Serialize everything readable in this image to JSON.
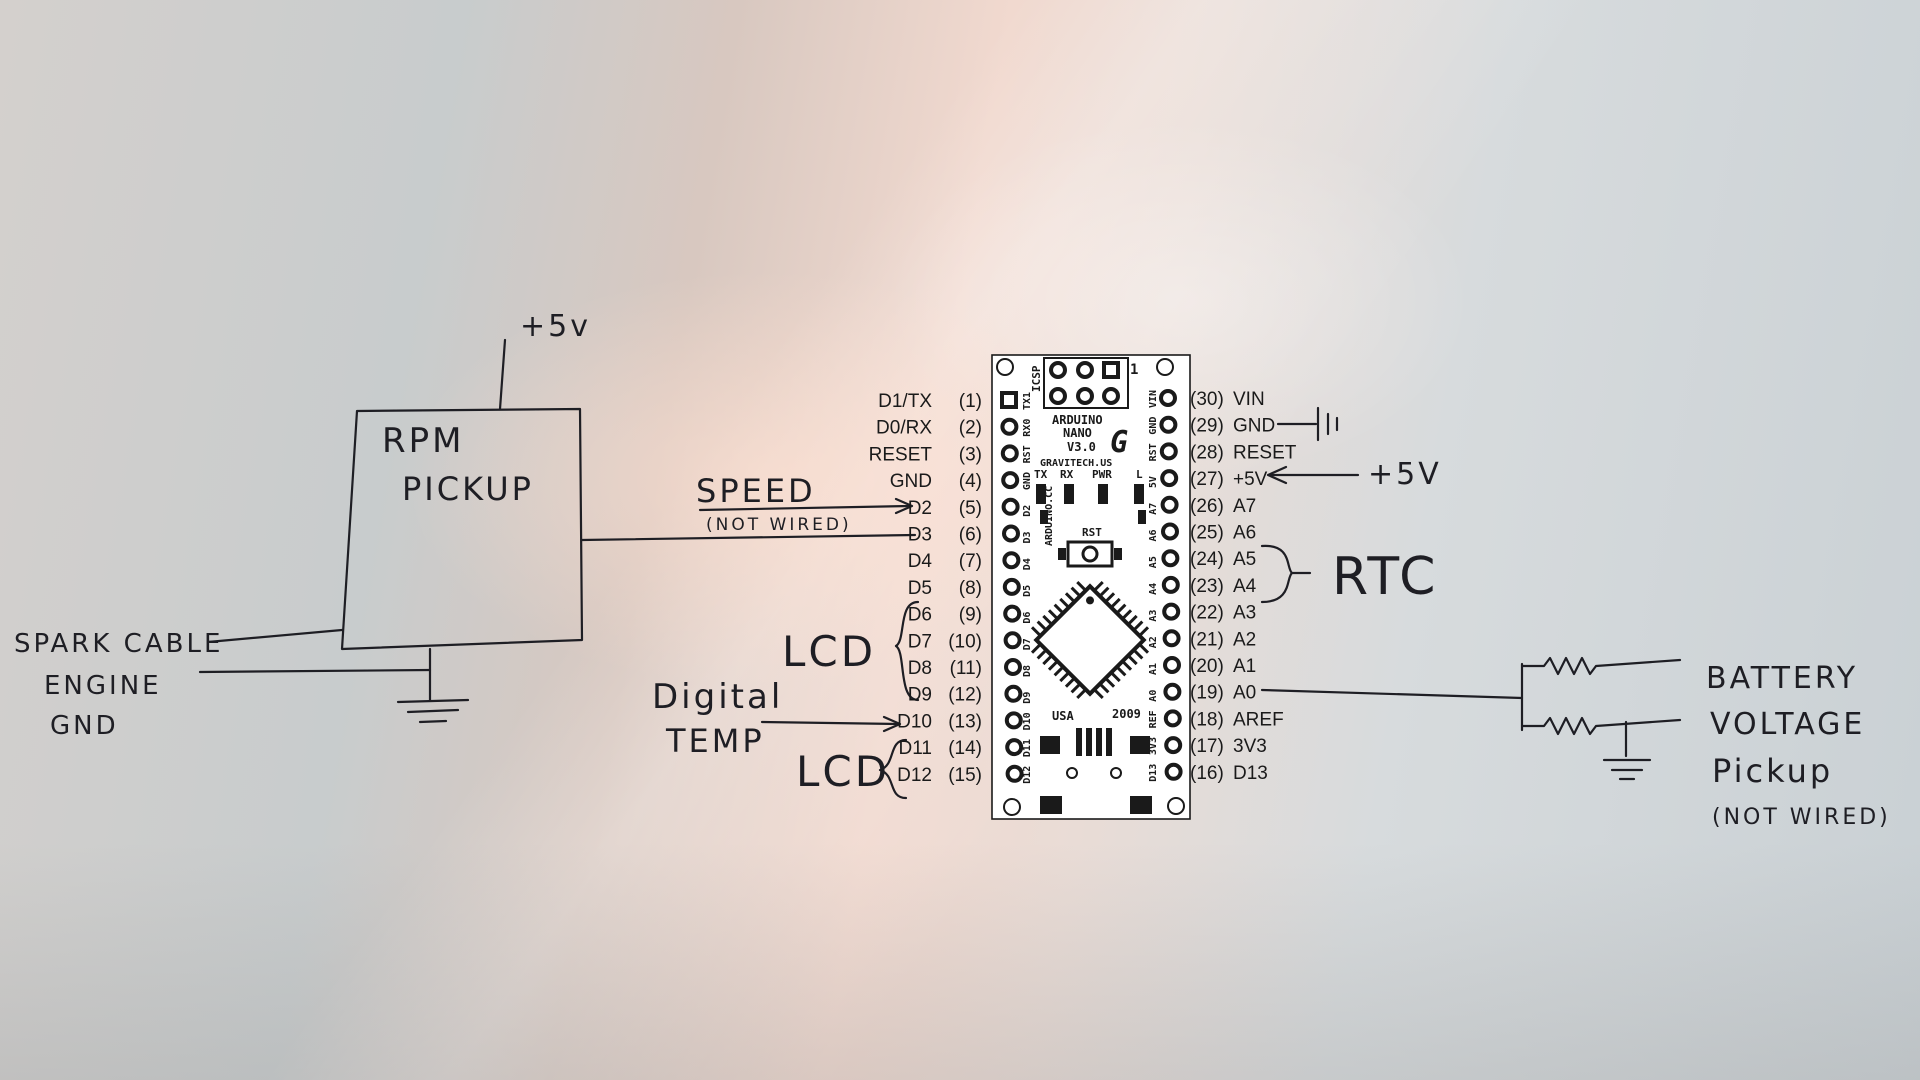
{
  "colors": {
    "ink": "#1e1e24",
    "paper_warm": "#f1d9cf",
    "paper_cool": "#c9d0d4",
    "board": "#ffffff"
  },
  "rpm_block": {
    "title_line1": "RPM",
    "title_line2": "PICKUP",
    "supply": "+5v",
    "input_line1": "SPARK CABLE",
    "input_line2": "ENGINE",
    "input_line3": "GND"
  },
  "speed": {
    "label": "SPEED",
    "note": "(NOT WIRED)"
  },
  "lcd_group_1": "LCD",
  "lcd_group_2": "LCD",
  "digital_temp": {
    "line1": "Digital",
    "line2": "TEMP"
  },
  "rtc": "RTC",
  "power_5v": "+5V",
  "battery": {
    "line1": "BATTERY",
    "line2": "VOLTAGE",
    "line3": "Pickup",
    "line4": "(NOT WIRED)"
  },
  "arduino": {
    "icsp": "ICSP",
    "icsp_pin1": "1",
    "title_line1": "ARDUINO",
    "title_line2": "NANO",
    "title_line3": "V3.0",
    "logo": "G",
    "site": "GRAVITECH.US",
    "site2": "ARDUINO.CC",
    "led_tx": "TX",
    "led_rx": "RX",
    "led_pwr": "PWR",
    "led_l": "L",
    "rst": "RST",
    "made_in": "USA",
    "year": "2009",
    "silk_left": [
      "TX1",
      "RX0",
      "RST",
      "GND",
      "D2",
      "D3",
      "D4",
      "D5",
      "D6",
      "D7",
      "D8",
      "D9",
      "D10",
      "D11",
      "D12"
    ],
    "silk_right": [
      "VIN",
      "GND",
      "RST",
      "5V",
      "A7",
      "A6",
      "A5",
      "A4",
      "A3",
      "A2",
      "A1",
      "A0",
      "REF",
      "3V3",
      "D13"
    ]
  },
  "left_pins": [
    {
      "name": "D1/TX",
      "num": "(1)"
    },
    {
      "name": "D0/RX",
      "num": "(2)"
    },
    {
      "name": "RESET",
      "num": "(3)"
    },
    {
      "name": "GND",
      "num": "(4)"
    },
    {
      "name": "D2",
      "num": "(5)"
    },
    {
      "name": "D3",
      "num": "(6)"
    },
    {
      "name": "D4",
      "num": "(7)"
    },
    {
      "name": "D5",
      "num": "(8)"
    },
    {
      "name": "D6",
      "num": "(9)"
    },
    {
      "name": "D7",
      "num": "(10)"
    },
    {
      "name": "D8",
      "num": "(11)"
    },
    {
      "name": "D9",
      "num": "(12)"
    },
    {
      "name": "D10",
      "num": "(13)"
    },
    {
      "name": "D11",
      "num": "(14)"
    },
    {
      "name": "D12",
      "num": "(15)"
    }
  ],
  "right_pins": [
    {
      "num": "(30)",
      "name": "VIN"
    },
    {
      "num": "(29)",
      "name": "GND"
    },
    {
      "num": "(28)",
      "name": "RESET"
    },
    {
      "num": "(27)",
      "name": "+5V"
    },
    {
      "num": "(26)",
      "name": "A7"
    },
    {
      "num": "(25)",
      "name": "A6"
    },
    {
      "num": "(24)",
      "name": "A5"
    },
    {
      "num": "(23)",
      "name": "A4"
    },
    {
      "num": "(22)",
      "name": "A3"
    },
    {
      "num": "(21)",
      "name": "A2"
    },
    {
      "num": "(20)",
      "name": "A1"
    },
    {
      "num": "(19)",
      "name": "A0"
    },
    {
      "num": "(18)",
      "name": "AREF"
    },
    {
      "num": "(17)",
      "name": "3V3"
    },
    {
      "num": "(16)",
      "name": "D13"
    }
  ]
}
